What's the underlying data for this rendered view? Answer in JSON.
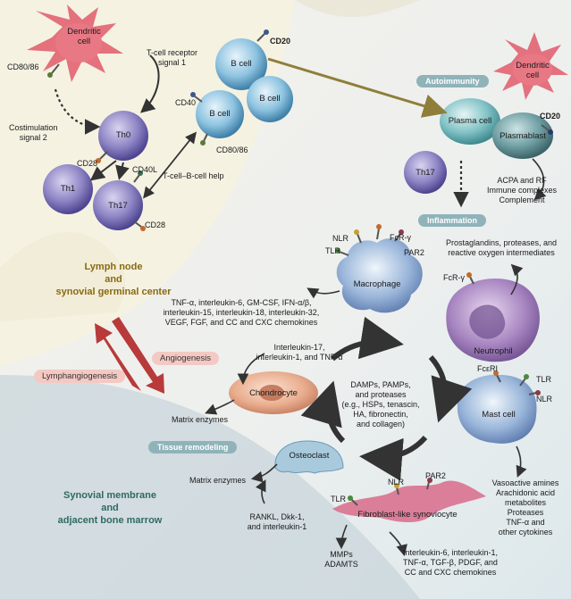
{
  "cells": {
    "dendritic_top": "Dendritic\ncell",
    "dendritic_right": "Dendritic\ncell",
    "th0": "Th0",
    "th1": "Th1",
    "th17_left": "Th17",
    "th17_right": "Th17",
    "b_cell_1": "B cell",
    "b_cell_2": "B cell",
    "b_cell_3": "B cell",
    "plasma_cell": "Plasma cell",
    "plasmablast": "Plasmablast",
    "macrophage": "Macrophage",
    "neutrophil": "Neutrophil",
    "chondrocyte": "Chondrocyte",
    "osteoclast": "Osteoclast",
    "mast_cell": "Mast cell",
    "fibroblast": "Fibroblast-like synoviocyte"
  },
  "receptors": {
    "cd80_86_left": "CD80/86",
    "cd28_th0": "CD28",
    "cd20_top": "CD20",
    "cd40": "CD40",
    "cd80_86_b": "CD80/86",
    "cd40l": "CD40L",
    "cd28_th17": "CD28",
    "cd20_right": "CD20",
    "nlr_mac": "NLR",
    "fcr_mac": "FcR-γ",
    "tlr_mac": "TLR",
    "par2_mac": "PAR2",
    "fcr_neut": "FcR-γ",
    "fceri": "FcεRI",
    "tlr_mast": "TLR",
    "nlr_mast": "NLR",
    "tlr_fib": "TLR",
    "nlr_fib": "NLR",
    "par2_fib": "PAR2"
  },
  "labels": {
    "tcr_signal": "T-cell receptor\nsignal 1",
    "costim_signal": "Costimulation\nsignal 2",
    "tcell_bcell_help": "T-cell–B-cell help",
    "lymph_node": "Lymph node\nand\nsynovial germinal center",
    "acpa": "ACPA and RF\nImmune complexes\nComplement",
    "prostaglandins": "Prostaglandins, proteases, and\nreactive oxygen intermediates",
    "macrophage_out": "TNF-α, interleukin-6, GM-CSF, IFN-α/β,\ninterleukin-15, interleukin-18, interleukin-32,\nVEGF, FGF, and CC and CXC chemokines",
    "il17": "Interleukin-17,\ninterleukin-1, and TNF-α",
    "matrix_enzymes_1": "Matrix enzymes",
    "matrix_enzymes_2": "Matrix enzymes",
    "damps": "DAMPs, PAMPs,\nand proteases\n(e.g., HSPs, tenascin,\nHA, fibronectin,\nand collagen)",
    "rankl": "RANKL, Dkk-1,\nand interleukin-1",
    "mmps": "MMPs\nADAMTS",
    "fib_out": "Interleukin-6, interleukin-1,\nTNF-α, TGF-β, PDGF, and\nCC and CXC chemokines",
    "mast_out": "Vasoactive amines\nArachidonic acid\nmetabolites\nProteases\nTNF-α and\nother cytokines",
    "synovial": "Synovial membrane\nand\nadjacent bone marrow"
  },
  "tags": {
    "autoimmunity": "Autoimmunity",
    "inflammation": "Inflammation",
    "tissue_remodeling": "Tissue remodeling",
    "angiogenesis": "Angiogenesis",
    "lymphangiogenesis": "Lymphangiogenesis"
  },
  "colors": {
    "t_cell": "#7e74b8",
    "b_cell": "#7fb6d4",
    "dendritic": "#e05a6a",
    "plasma": "#6fb1b8",
    "plasmablast": "#5b8f96",
    "neutrophil": "#9c77b5",
    "chondrocyte": "#e6a98a",
    "osteoclast": "#a9c9dd",
    "mast": "#80b7d3",
    "fibroblast": "#d86b8a",
    "lymph_text": "#8a6a12",
    "synovial_text": "#2f6a62",
    "arrow_red": "#b83a3a",
    "arrow_dark": "#333333",
    "arrow_olive": "#8f7e3a",
    "tag_teal": "#8fb3b9",
    "tag_pink": "#f4c9c3"
  }
}
